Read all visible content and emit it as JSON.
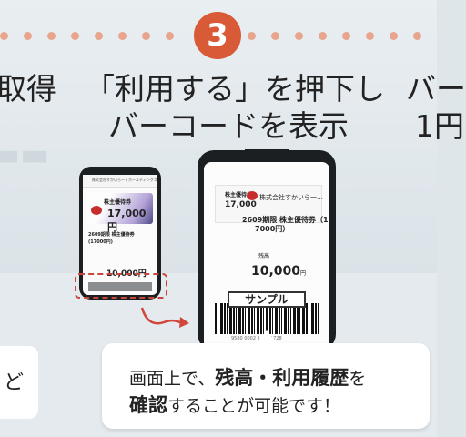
{
  "step_number": "3",
  "caption": {
    "left_partial": "取得",
    "line1": "「利用する」を押下し",
    "line2": "バーコードを表示",
    "right_partial_1": "バー",
    "right_partial_2": "1円"
  },
  "small_phone": {
    "header": "株式会社すかいらーくホールディングス",
    "card_title": "株主優待券",
    "card_value": "17,000円",
    "line1": "2609期限 株主優待券",
    "line2": "(17000円)",
    "amount": "10,000円"
  },
  "big_phone": {
    "company": "株式会社すかいら一…",
    "card_title": "株主優待券",
    "card_value": "17,000",
    "line1": "2609期限 株主優待券（1",
    "line2": "7000円）",
    "balance_label": "残高",
    "amount": "10,000",
    "amount_unit": "円",
    "sample_label": "サンプル",
    "barcode_number": "9580 0002 1 0021728"
  },
  "callout": {
    "line1_a": "画面上で、",
    "line1_b": "残高・利用履歴",
    "line1_c": "を",
    "line2_a": "確認",
    "line2_b": "することが可能です！"
  },
  "left_box_text": "ど",
  "colors": {
    "accent": "#d85a36",
    "dots": "#e8a48c",
    "dashed": "#c7453a"
  }
}
